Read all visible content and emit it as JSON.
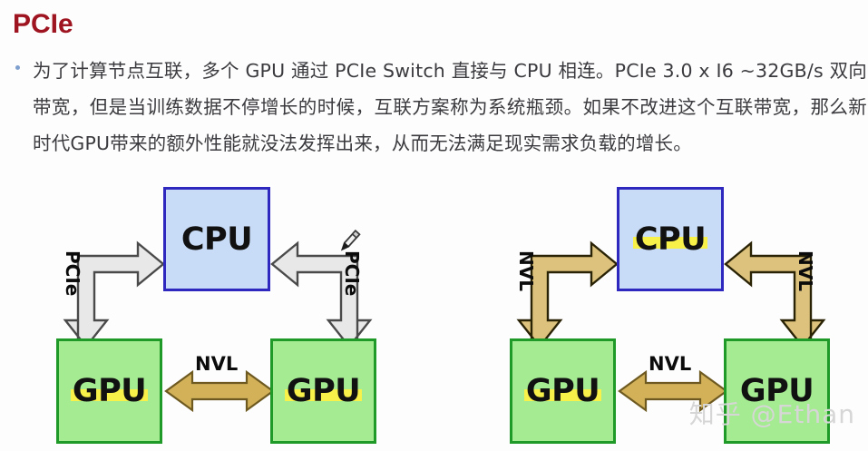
{
  "slide": {
    "title": "PCIe",
    "title_color": "#9e1420",
    "body_text": "为了计算节点互联，多个 GPU 通过 PCIe Switch 直接与 CPU 相连。PCIe 3.0 x I6 ~32GB/s 双向带宽，但是当训练数据不停增长的时候，互联方案称为系统瓶颈。如果不改进这个互联带宽，那么新时代GPU带来的额外性能就没法发挥出来，从而无法满足现实需求负载的增长。"
  },
  "diagram": {
    "left_panel": {
      "name": "pcie-topology",
      "cpu_label": "CPU",
      "gpu_left_label": "GPU",
      "gpu_right_label": "GPU",
      "link_left_label": "PCIe",
      "link_right_label": "PCIe",
      "interconnect_label": "NVL",
      "arrow_fill": "#e8e8e8",
      "arrow_stroke": "#4a4a4a",
      "nvl_arrow_fill": "#d2b159",
      "nvl_arrow_stroke": "#6e5a20"
    },
    "right_panel": {
      "name": "nvlink-topology",
      "cpu_label": "CPU",
      "gpu_left_label": "GPU",
      "gpu_right_label": "GPU",
      "link_left_label": "NVL",
      "link_right_label": "NVL",
      "interconnect_label": "NVL",
      "arrow_fill": "#dcc27c",
      "arrow_stroke": "#2a2306",
      "nvl_arrow_fill": "#d2b159",
      "nvl_arrow_stroke": "#6e5a20"
    },
    "cpu_fill": "#c9dcf7",
    "cpu_stroke": "#2f28bf",
    "gpu_fill": "#a5eb92",
    "gpu_stroke": "#1f9a28",
    "highlight_color": "#f7f14a"
  },
  "watermark": {
    "text": "知乎 @Ethan"
  }
}
